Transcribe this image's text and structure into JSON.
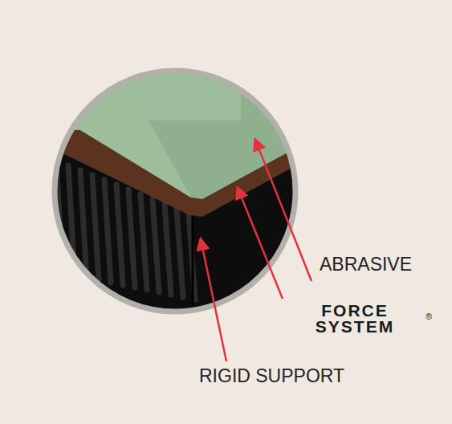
{
  "diagram": {
    "labels": [
      "ABRASIVE",
      "FORCE SYSTEM",
      "®",
      "RIGID SUPPORT"
    ]
  }
}
